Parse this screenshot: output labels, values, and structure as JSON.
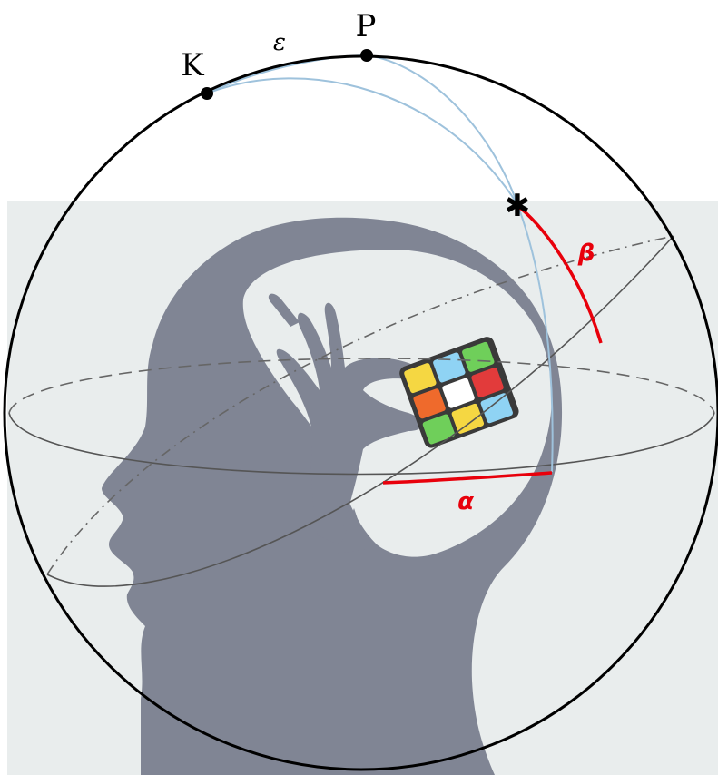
{
  "labels": {
    "point_k": "K",
    "point_p": "P",
    "arc_epsilon": "ε",
    "angle_alpha": "α",
    "angle_beta": "β",
    "star_marker": "✱"
  },
  "colors": {
    "background_panel": "#e9eded",
    "silhouette": "#808594",
    "sphere_outline": "#000000",
    "great_circle_arc": "#9ec2dc",
    "angle_arc": "#e8000b",
    "ellipse_line": "#555555"
  },
  "illustration": {
    "subject": "head-silhouette-with-hand-holding-rubiks-cube",
    "cube_colors": [
      "#f5d742",
      "#ef6a2c",
      "#6fcf5a",
      "#8fd3f4",
      "#ffffff",
      "#e23b3b"
    ]
  }
}
